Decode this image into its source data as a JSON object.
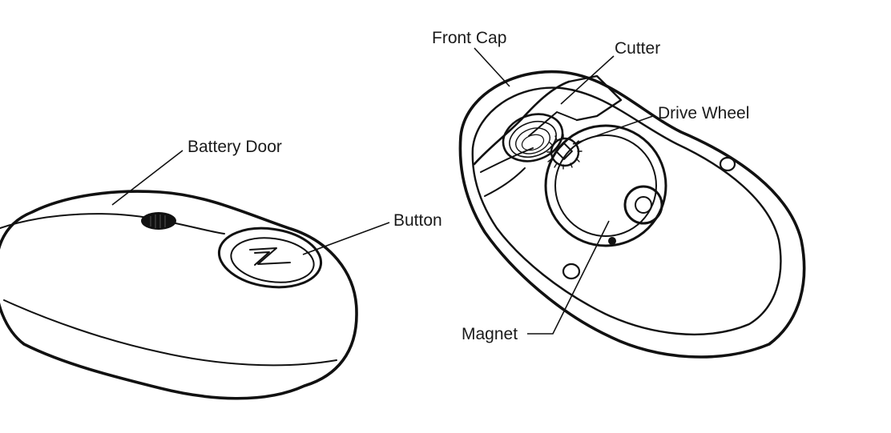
{
  "left_view": {
    "labels": {
      "battery_door": "Battery Door",
      "button": "Button"
    }
  },
  "right_view": {
    "labels": {
      "front_cap": "Front Cap",
      "cutter": "Cutter",
      "drive_wheel": "Drive Wheel",
      "magnet": "Magnet"
    }
  },
  "colors": {
    "line": "#111111",
    "background": "#ffffff"
  }
}
